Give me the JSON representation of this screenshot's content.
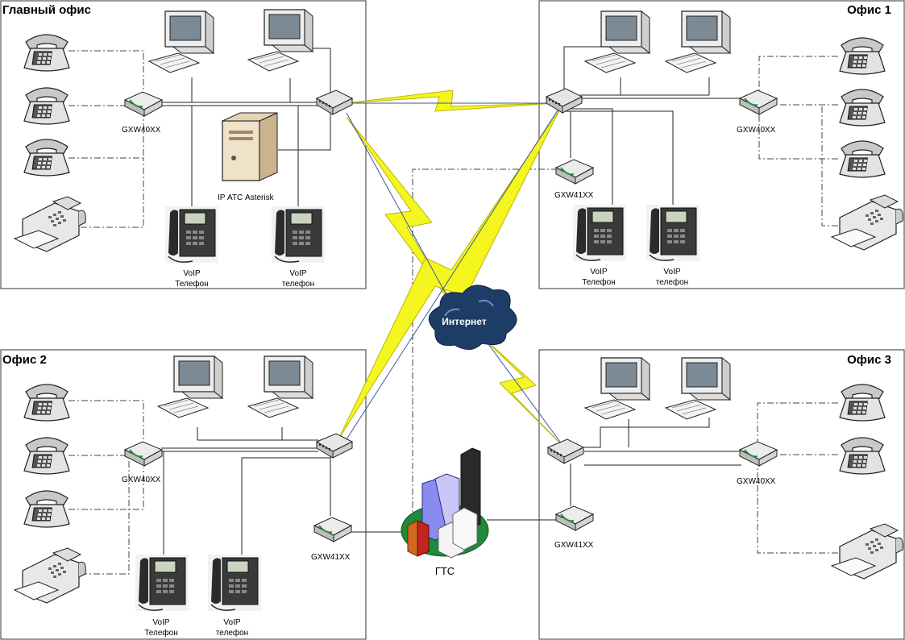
{
  "offices": {
    "main": {
      "title": "Главный офис"
    },
    "office1": {
      "title": "Офис 1"
    },
    "office2": {
      "title": "Офис 2"
    },
    "office3": {
      "title": "Офис 3"
    }
  },
  "devices": {
    "gxw40_label": "GXW40XX",
    "gxw41_label": "GXW41XX",
    "asterisk_label": "IP АТС Asterisk",
    "voip_line1_cap": "VoIP",
    "voip_line1_lower": "VoIP",
    "voip_line2_cap": "Телефон",
    "voip_line2_lower": "телефон"
  },
  "internet": {
    "label": "Интернет"
  },
  "pstn": {
    "label": "ГТС"
  },
  "colors": {
    "lightning": "#f5f520",
    "lightning_stroke": "#b8b800",
    "cloud": "#1d3d66",
    "box_border": "#555555"
  },
  "icons": [
    "desk-phone-icon",
    "fax-icon",
    "computer-icon",
    "switch-icon",
    "gateway-icon",
    "server-icon",
    "voip-phone-icon",
    "cloud-icon",
    "city-icon"
  ]
}
